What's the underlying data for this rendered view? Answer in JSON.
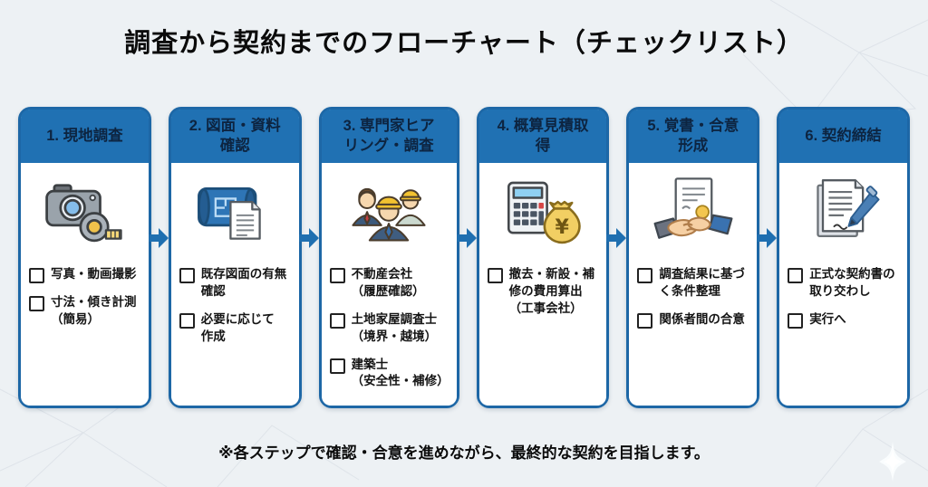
{
  "title": "調査から契約までのフローチャート（チェックリスト）",
  "footer_note": "※各ステップで確認・合意を進めながら、最終的な契約を目指します。",
  "colors": {
    "background": "#edf1f4",
    "header_blue": "#2071b3",
    "card_border_blue": "#1d67a6",
    "arrow_blue": "#1f6fb0",
    "header_text": "#0d2440",
    "body_text": "#141414",
    "card_background": "#ffffff"
  },
  "steps": [
    {
      "header_lines": [
        "1. 現地調査"
      ],
      "icon": "camera-tape-measure-icon",
      "items": [
        {
          "lines": [
            "写真・動画撮影"
          ]
        },
        {
          "lines": [
            "寸法・傾き計測",
            "（簡易）"
          ]
        }
      ]
    },
    {
      "header_lines": [
        "2. 図面・資料",
        "確認"
      ],
      "icon": "blueprint-document-icon",
      "items": [
        {
          "lines": [
            "既存図面の有無",
            "確認"
          ]
        },
        {
          "lines": [
            "必要に応じて",
            "作成"
          ]
        }
      ]
    },
    {
      "header_lines": [
        "3. 専門家ヒア",
        "リング・調査"
      ],
      "icon": "experts-icon",
      "items": [
        {
          "lines": [
            "不動産会社",
            "（履歴確認）"
          ]
        },
        {
          "lines": [
            "土地家屋調査士",
            "（境界・越境）"
          ]
        },
        {
          "lines": [
            "建築士",
            "（安全性・補修）"
          ]
        }
      ]
    },
    {
      "header_lines": [
        "4. 概算見積取",
        "得"
      ],
      "icon": "calculator-money-bag-icon",
      "items": [
        {
          "lines": [
            "撤去・新設・補",
            "修の費用算出",
            "（工事会社）"
          ]
        }
      ]
    },
    {
      "header_lines": [
        "5. 覚書・合意",
        "形成"
      ],
      "icon": "handshake-document-icon",
      "items": [
        {
          "lines": [
            "調査結果に基づ",
            "く条件整理"
          ]
        },
        {
          "lines": [
            "関係者間の合意"
          ]
        }
      ]
    },
    {
      "header_lines": [
        "6. 契約締結"
      ],
      "icon": "contract-pen-icon",
      "items": [
        {
          "lines": [
            "正式な契約書の",
            "取り交わし"
          ]
        },
        {
          "lines": [
            "実行へ"
          ]
        }
      ]
    }
  ]
}
